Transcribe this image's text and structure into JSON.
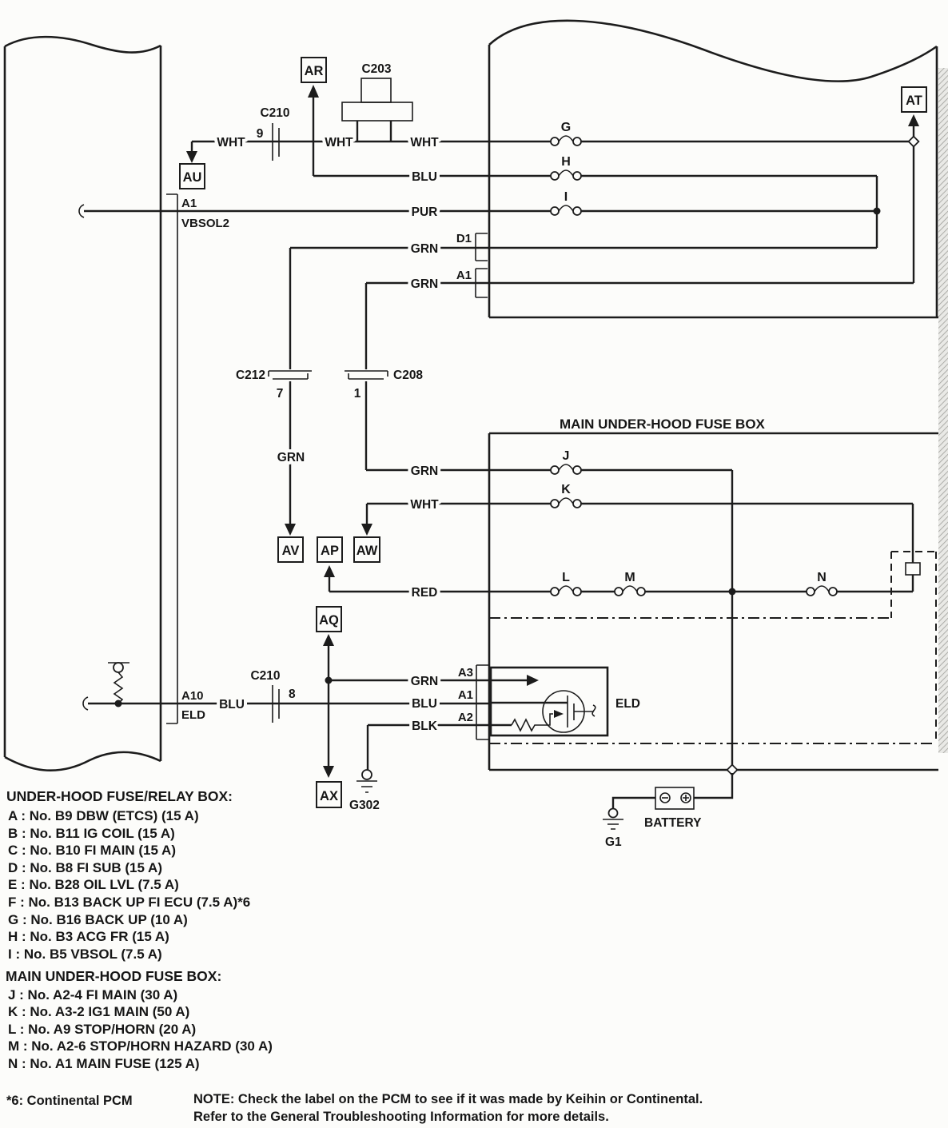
{
  "diagram": {
    "refs": {
      "ar": "AR",
      "au": "AU",
      "at": "AT",
      "av": "AV",
      "ap": "AP",
      "aw": "AW",
      "aq": "AQ",
      "ax": "AX"
    },
    "fuses": {
      "g": "G",
      "h": "H",
      "i": "I",
      "j": "J",
      "k": "K",
      "l": "L",
      "m": "M",
      "n": "N"
    },
    "wires": {
      "wht": "WHT",
      "blu": "BLU",
      "pur": "PUR",
      "grn": "GRN",
      "red": "RED",
      "blk": "BLK"
    },
    "connectors": {
      "c203": "C203",
      "c210_top": {
        "name": "C210",
        "pin": "9"
      },
      "c210_bottom": {
        "name": "C210",
        "pin": "8"
      },
      "c212": {
        "name": "C212",
        "pin": "7"
      },
      "c208": {
        "name": "C208",
        "pin": "1"
      }
    },
    "pcm_pins": {
      "a1": {
        "pin": "A1",
        "signal": "VBSOL2"
      },
      "a10": {
        "pin": "A10",
        "signal": "ELD"
      }
    },
    "fusebox_pins": {
      "d1": "D1",
      "a1": "A1"
    },
    "eld": {
      "label": "ELD",
      "pin_a3": "A3",
      "pin_a1": "A1",
      "pin_a2": "A2"
    },
    "grounds": {
      "g302": "G302",
      "g1": "G1"
    },
    "battery_label": "BATTERY",
    "main_box_title": "MAIN UNDER-HOOD FUSE BOX"
  },
  "legend_underhood": {
    "title": "UNDER-HOOD FUSE/RELAY BOX:",
    "items": [
      "A : No. B9 DBW (ETCS) (15 A)",
      "B : No. B11 IG COIL (15 A)",
      "C : No. B10 FI MAIN (15 A)",
      "D : No. B8 FI SUB (15 A)",
      "E : No. B28 OIL LVL (7.5 A)",
      "F : No. B13 BACK UP FI ECU (7.5 A)*6",
      "G : No. B16 BACK UP (10 A)",
      "H : No. B3 ACG FR (15 A)",
      "I : No. B5 VBSOL (7.5 A)"
    ]
  },
  "legend_main": {
    "title": "MAIN UNDER-HOOD FUSE BOX:",
    "items": [
      "J : No. A2-4 FI MAIN (30 A)",
      "K : No. A3-2 IG1 MAIN (50 A)",
      "L : No. A9 STOP/HORN (20 A)",
      "M : No. A2-6 STOP/HORN HAZARD (30 A)",
      "N : No. A1 MAIN FUSE (125 A)"
    ]
  },
  "note": {
    "footnote": "*6: Continental PCM",
    "line1": "NOTE: Check the label on the PCM to see if it was made by Keihin or Continental.",
    "line2": "Refer to the General Troubleshooting Information for more details."
  }
}
